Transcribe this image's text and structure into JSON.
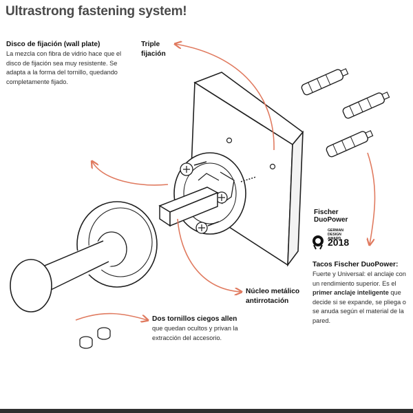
{
  "title": "Ultrastrong fastening system!",
  "labels": {
    "disco": {
      "head": "Disco de fijación (wall plate)",
      "body": "La mezcla con fibra de vidrio hace que el disco de fijación sea muy resistente. Se adapta a la forma del tornillo, quedando completamente fijado."
    },
    "triple": {
      "head": "Triple fijación"
    },
    "nucleo": {
      "head": "Núcleo metálico antirrotación"
    },
    "dos": {
      "head": "Dos tornillos ciegos allen",
      "body": "que quedan ocultos y privan la extracción del accesorio."
    },
    "tacos": {
      "head": "Tacos Fischer DuoPower:",
      "body_pre": "Fuerte y Universal: el anclaje con un rendimiento superior. Es el ",
      "body_bold": "primer anclaje inteligente",
      "body_post": " que decide si se expande, se pliega o se anuda según el material de la pared."
    }
  },
  "brand": {
    "line1": "Fischer",
    "line2": "DuoPower",
    "award_line1": "GERMAN",
    "award_line2": "DESIGN",
    "award_line3": "AWARD",
    "award_year": "2018"
  },
  "colors": {
    "arrow": "#e07a5f",
    "ink": "#1f1f1f",
    "title": "#4a4a4a"
  },
  "icons": [
    "arrow-curve-icon",
    "award-laurel-icon",
    "screw-icon",
    "wall-anchor-icon"
  ]
}
